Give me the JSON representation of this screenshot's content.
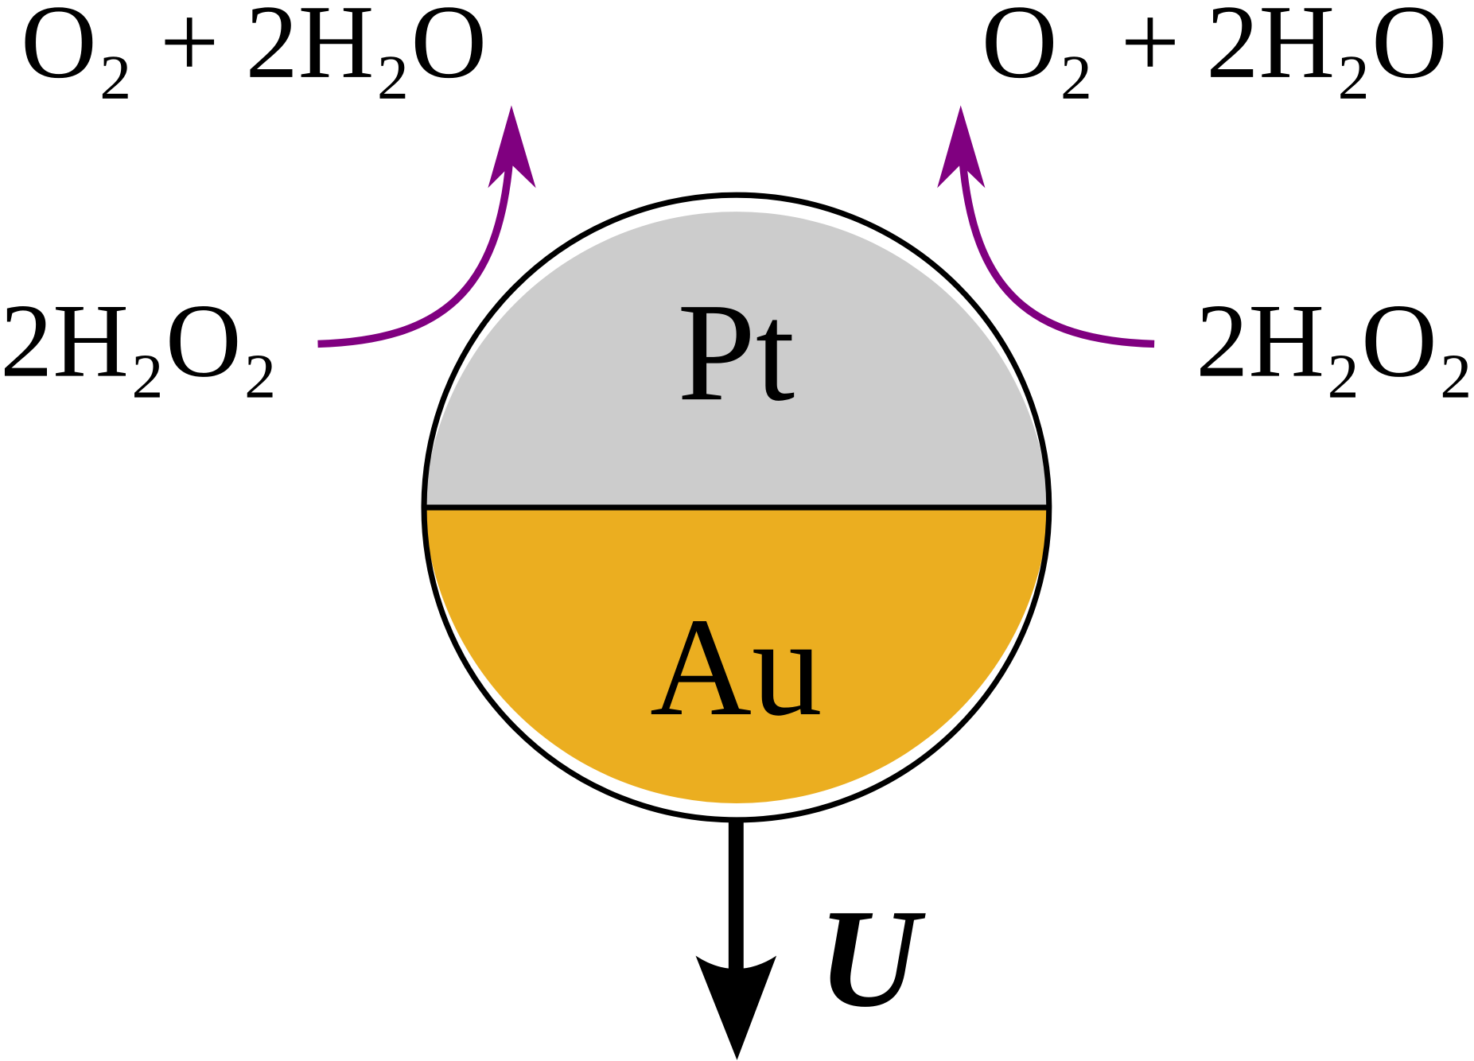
{
  "diagram": {
    "top_material": "Pt",
    "bottom_material": "Au",
    "velocity_label": "U",
    "left_reactant": "2H₂O₂",
    "right_reactant": "2H₂O₂",
    "left_products": "O₂ + 2H₂O",
    "right_products": "O₂ + 2H₂O",
    "colors": {
      "pt": "#cccccc",
      "au": "#ebae20",
      "reaction_arrow": "#800080",
      "outline": "#000000"
    }
  }
}
